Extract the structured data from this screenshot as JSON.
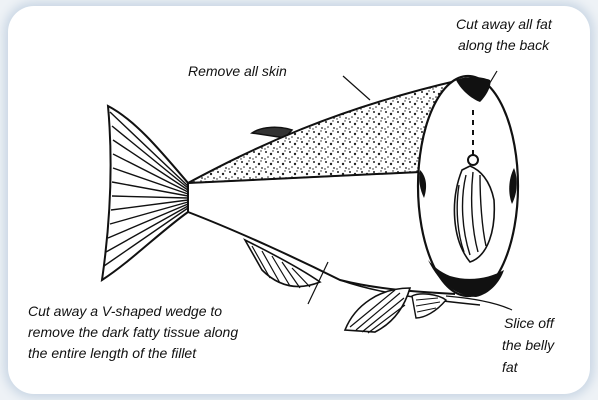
{
  "labels": {
    "remove_skin": "Remove all skin",
    "back_fat_line1": "Cut away all fat",
    "back_fat_line2": "along the back",
    "wedge_line1": "Cut away a V-shaped wedge to",
    "wedge_line2": "remove the dark fatty tissue along",
    "wedge_line3": "the entire length of the fillet",
    "belly_line1": "Slice off",
    "belly_line2": "the belly",
    "belly_line3": "fat"
  },
  "colors": {
    "ink": "#111111",
    "card_glow": "#c9d6e4",
    "background": "#eef2f6"
  }
}
